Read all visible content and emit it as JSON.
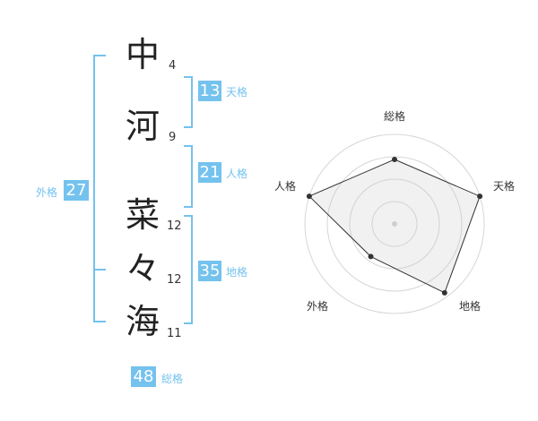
{
  "name_chars": [
    {
      "char": "中",
      "strokes": "4"
    },
    {
      "char": "河",
      "strokes": "9"
    },
    {
      "char": "菜",
      "strokes": "12"
    },
    {
      "char": "々",
      "strokes": "12"
    },
    {
      "char": "海",
      "strokes": "11"
    }
  ],
  "fortunes": {
    "tenkaku": {
      "label": "天格",
      "value": "13"
    },
    "jinkaku": {
      "label": "人格",
      "value": "21"
    },
    "chikaku": {
      "label": "地格",
      "value": "35"
    },
    "gaikaku": {
      "label": "外格",
      "value": "27"
    },
    "soukaku": {
      "label": "総格",
      "value": "48"
    }
  },
  "accent_color": "#74c2ee",
  "chart_data": {
    "type": "radar",
    "axes": [
      "総格",
      "天格",
      "地格",
      "外格",
      "人格"
    ],
    "values": [
      0.72,
      1.0,
      0.95,
      0.45,
      1.0
    ],
    "ring_count": 4,
    "range": [
      0,
      1
    ]
  }
}
